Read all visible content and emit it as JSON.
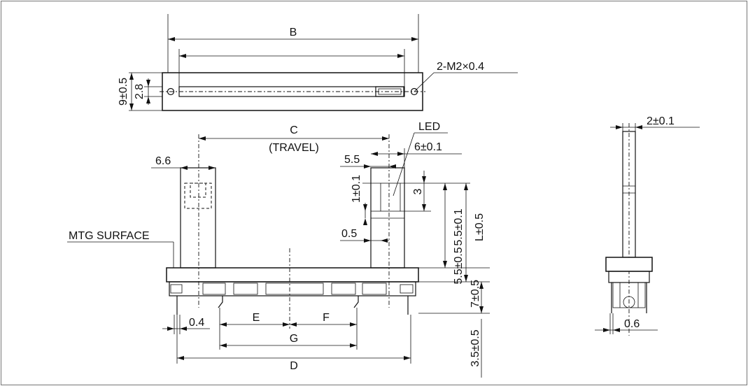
{
  "labels": {
    "B": "B",
    "C": "C",
    "travel": "(TRAVEL)",
    "D": "D",
    "E": "E",
    "F": "F",
    "G": "G",
    "screw": "2-M2×0.4",
    "led": "LED",
    "mtg_surface": "MTG SURFACE",
    "dim_6_6": "6.6",
    "dim_5_5": "5.5",
    "dim_6_tol": "6±0.1",
    "dim_1_tol": "1±0.1",
    "dim_0_5": "0.5",
    "dim_3": "3",
    "dim_5_5_tol": "5.5±0.1",
    "dim_L_tol": "L±0.5",
    "dim_5_5_tol2": "5.5±0.5",
    "dim_7_tol": "7±0.5",
    "dim_3_5_tol": "3.5±0.5",
    "dim_0_4": "0.4",
    "dim_9_tol": "9±0.5",
    "dim_2_8": "2.8",
    "dim_2_tol": "2±0.1",
    "dim_0_6": "0.6"
  }
}
